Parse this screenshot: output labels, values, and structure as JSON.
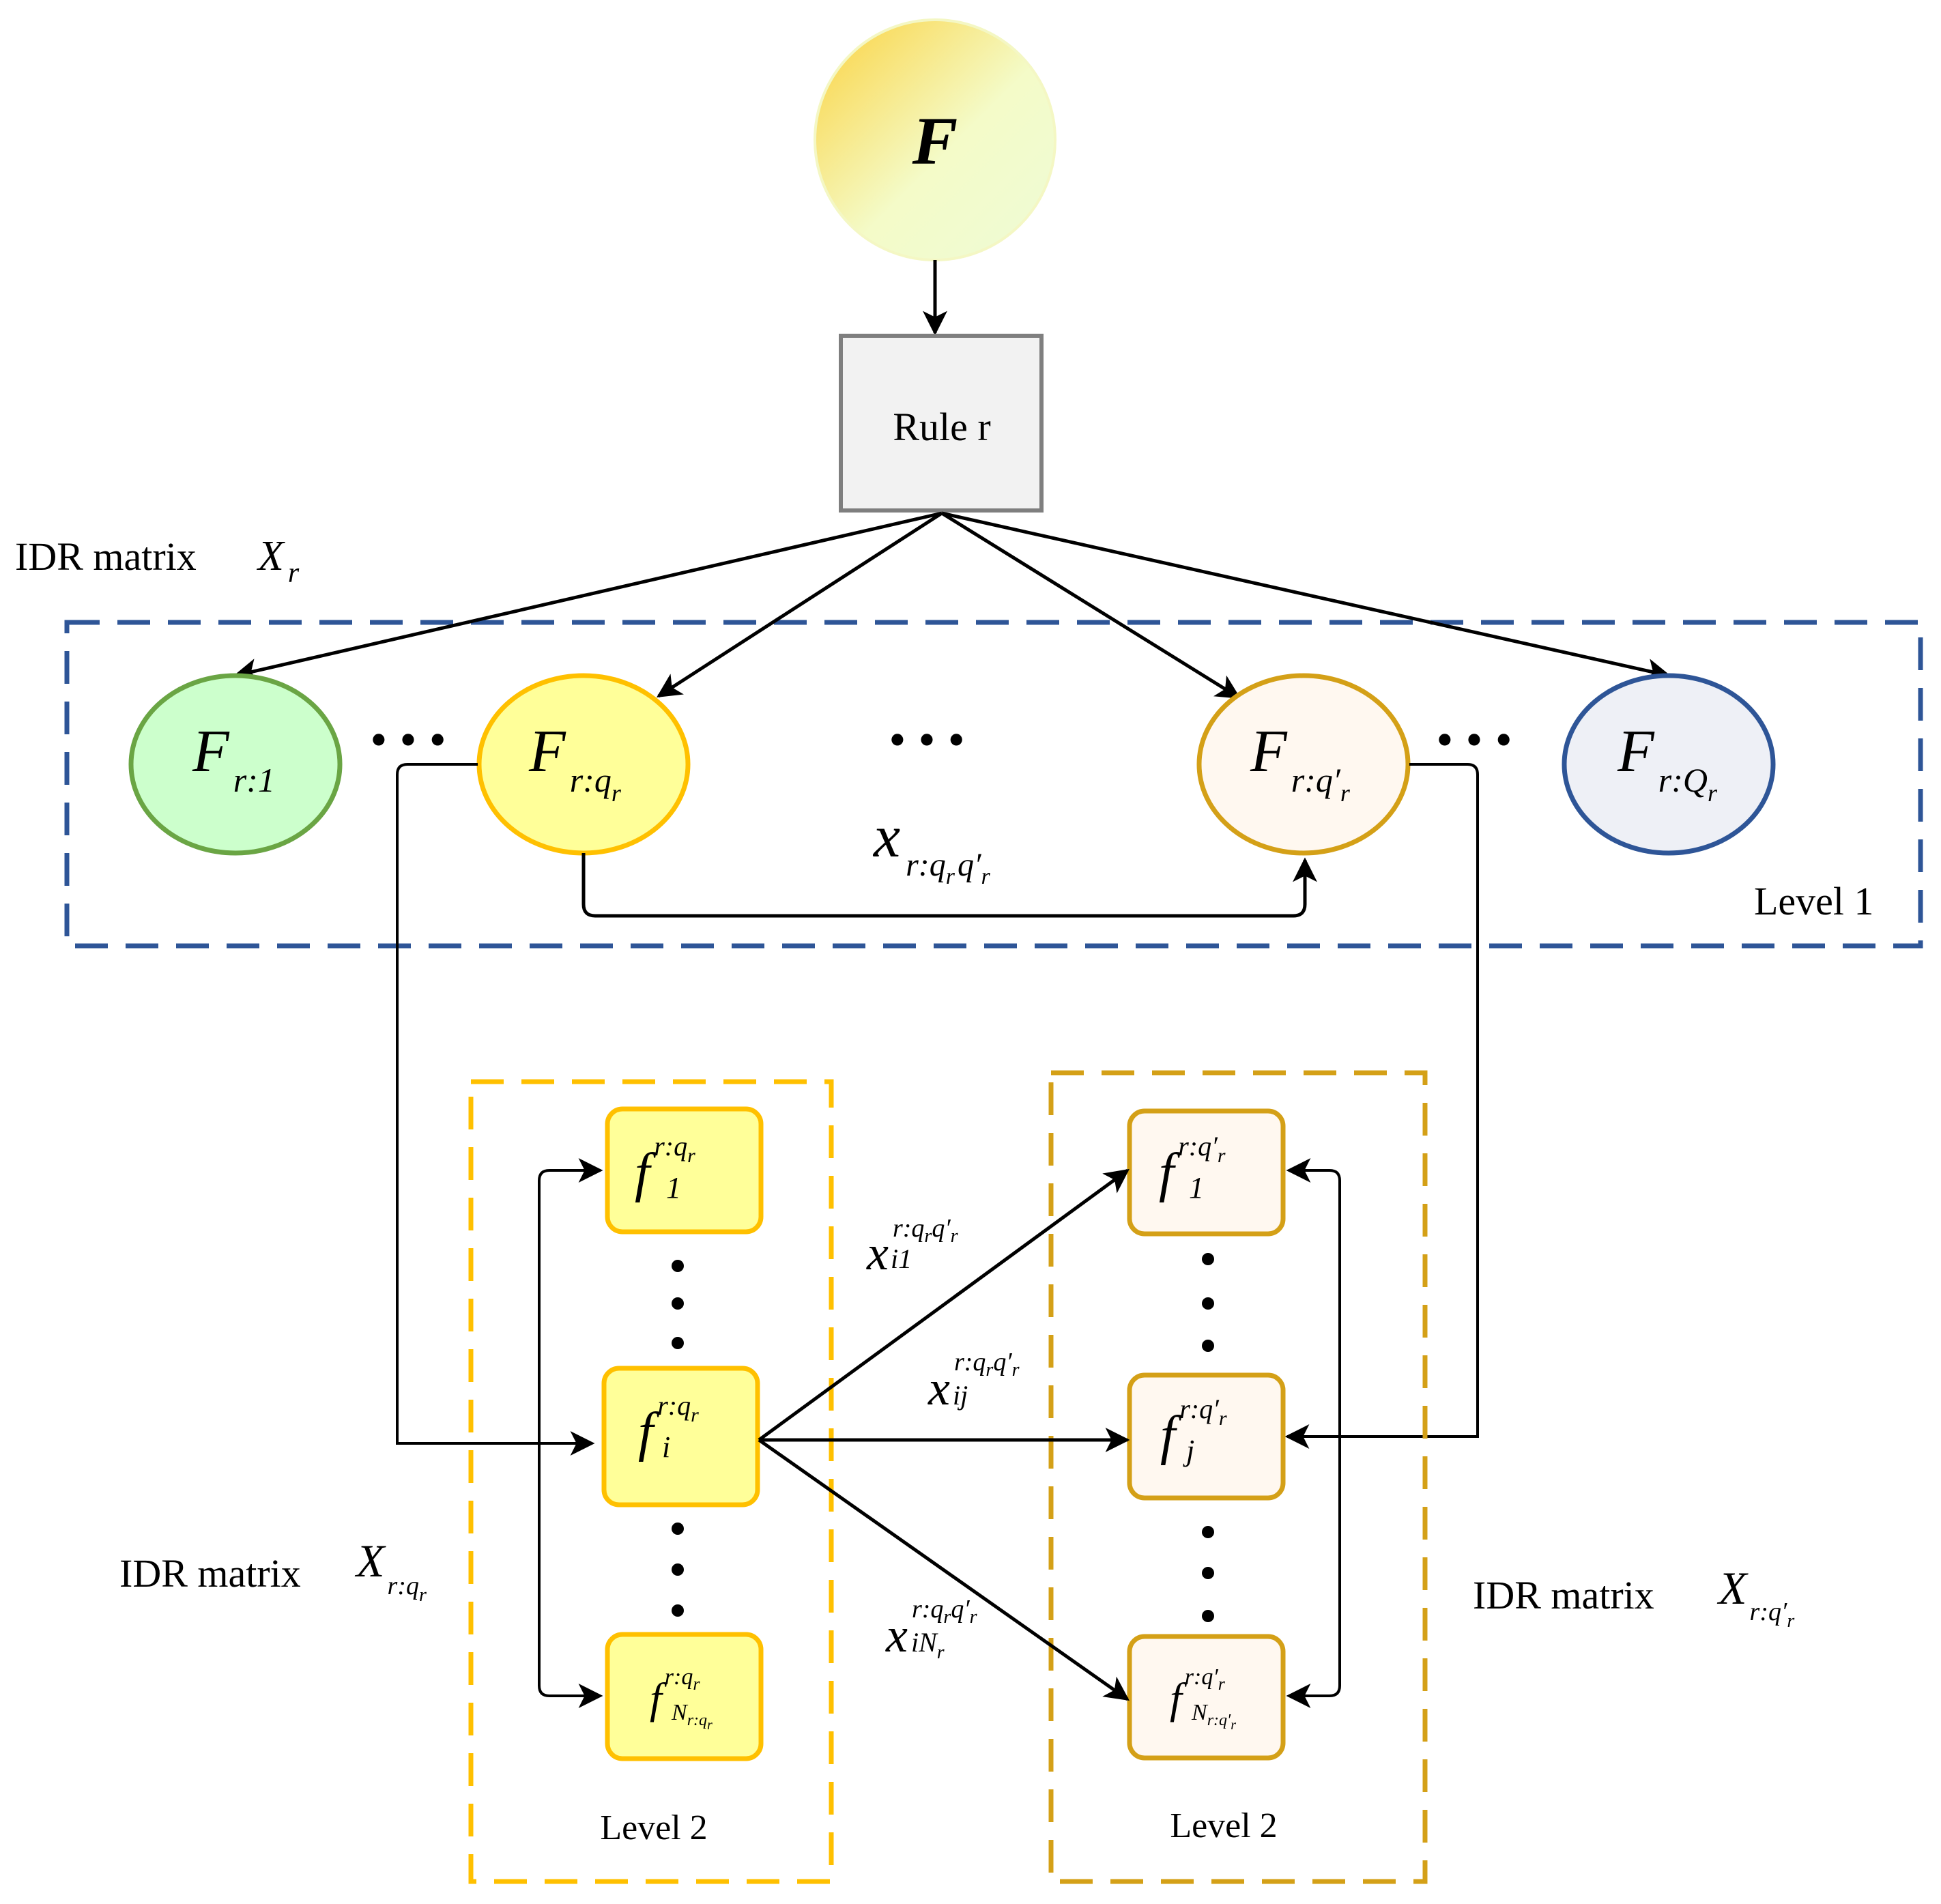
{
  "root": {
    "label": "F"
  },
  "rule": {
    "label": "Rule r"
  },
  "level1": {
    "matrix_label": "IDR matrix",
    "matrix_symbol": {
      "base": "X",
      "sub": "r"
    },
    "box_label": "Level 1",
    "nodes": [
      {
        "base": "F",
        "sub": "r:1"
      },
      {
        "base": "F",
        "sub": "r:q",
        "subsub": "r"
      },
      {
        "base": "F",
        "sub": "r:q′",
        "subsub": "r"
      },
      {
        "base": "F",
        "sub": "r:Q",
        "subsub": "r"
      }
    ],
    "edge_label": {
      "base": "x",
      "sub": "r:q",
      "subsub": "r",
      "sub2": "q′",
      "subsub2": "r"
    },
    "ellipsis": "• • •"
  },
  "level2_left": {
    "matrix_label": "IDR matrix",
    "matrix_symbol": {
      "base": "X",
      "sub": "r:q",
      "subsub": "r"
    },
    "box_label": "Level 2",
    "nodes": [
      {
        "base": "f",
        "sub": "1",
        "sup": "r:q",
        "supsub": "r"
      },
      {
        "base": "f",
        "sub": "i",
        "sup": "r:q",
        "supsub": "r"
      },
      {
        "base": "f",
        "sub": "N",
        "subsub": "r:q",
        "subsubsub": "r",
        "sup": "r:q",
        "supsub": "r"
      }
    ]
  },
  "level2_right": {
    "matrix_label": "IDR matrix",
    "matrix_symbol": {
      "base": "X",
      "sub": "r:q′",
      "subsub": "r"
    },
    "box_label": "Level 2",
    "nodes": [
      {
        "base": "f",
        "sub": "1",
        "sup": "r:q′",
        "supsub": "r"
      },
      {
        "base": "f",
        "sub": "j",
        "sup": "r:q′",
        "supsub": "r"
      },
      {
        "base": "f",
        "sub": "N",
        "subsub": "r:q′",
        "subsubsub": "r",
        "sup": "r:q′",
        "supsub": "r"
      }
    ]
  },
  "cross_edges": [
    {
      "base": "x",
      "sub": "i1",
      "sup": "r:q",
      "supsub": "r",
      "sup2": "q′",
      "sup2sub": "r"
    },
    {
      "base": "x",
      "sub": "ij",
      "sup": "r:q",
      "supsub": "r",
      "sup2": "q′",
      "sup2sub": "r"
    },
    {
      "base": "x",
      "sub": "iN",
      "subsub": "r",
      "sup": "r:q",
      "supsub": "r",
      "sup2": "q′",
      "sup2sub": "r"
    }
  ],
  "colors": {
    "root_fill_a": "#fbd23f",
    "root_fill_b": "#f4fbc8",
    "rule_fill": "#f2f2f2",
    "rule_stroke": "#7f7f7f",
    "level1_box": "#2e5597",
    "green_fill": "#ccffcc",
    "green_stroke": "#6aa544",
    "yellow_fill": "#ffff99",
    "yellow_stroke": "#ffc000",
    "cream_fill": "#fff8f0",
    "cream_stroke": "#d4a017",
    "blue_fill": "#eef0f6",
    "blue_stroke": "#2e5597",
    "level2_left_box": "#ffc000",
    "level2_right_box": "#d4a017"
  }
}
